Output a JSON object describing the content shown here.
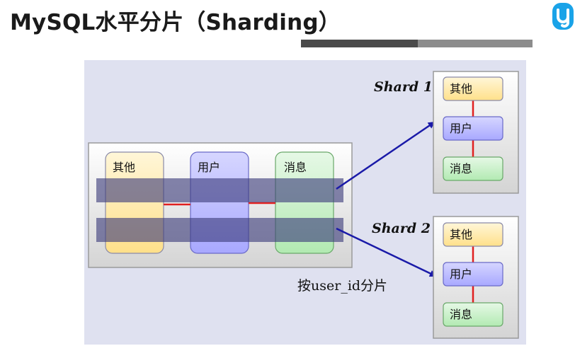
{
  "title": "MySQL水平分片（Sharding）",
  "colors": {
    "accent_logo": "#1aa3e8",
    "arrow": "#1a1aa8",
    "relation_line": "#e02020",
    "table_other": "#ffe9a8",
    "table_user": "#b8b8ff",
    "table_message": "#c8f0c8",
    "stripe": "#3b3b7a",
    "diagram_bg": "#dfe1f0"
  },
  "logo_icon": "brand-logo-icon",
  "diagram": {
    "source_tables": [
      {
        "label": "其他"
      },
      {
        "label": "用户"
      },
      {
        "label": "消息"
      }
    ],
    "shards": [
      {
        "title": "Shard 1",
        "tables": [
          {
            "label": "其他"
          },
          {
            "label": "用户"
          },
          {
            "label": "消息"
          }
        ]
      },
      {
        "title": "Shard 2",
        "tables": [
          {
            "label": "其他"
          },
          {
            "label": "用户"
          },
          {
            "label": "消息"
          }
        ]
      }
    ],
    "caption": "按user_id分片"
  }
}
